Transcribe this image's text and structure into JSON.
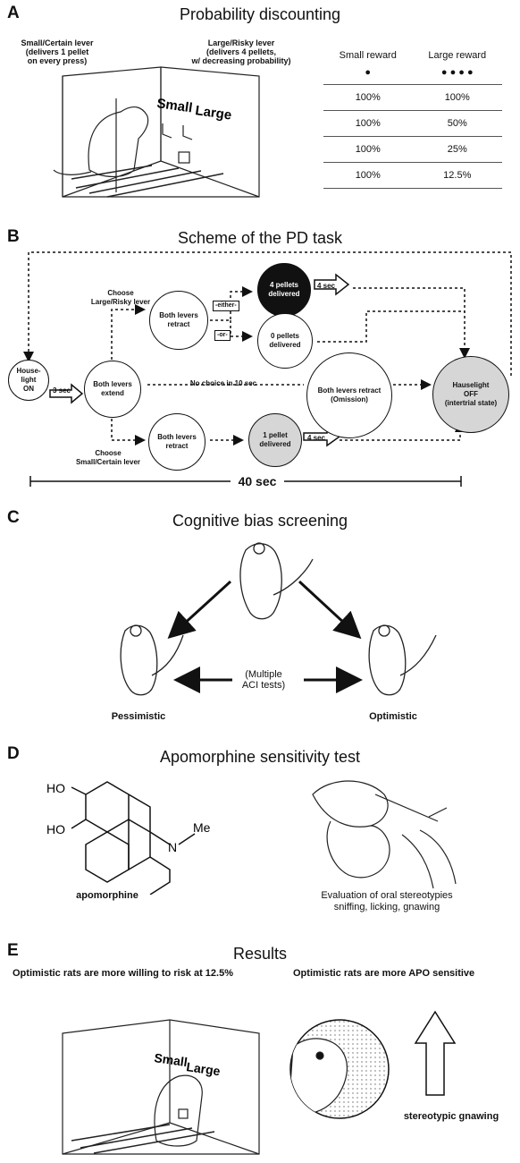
{
  "panelA": {
    "letter": "A",
    "title": "Probability discounting",
    "small_lever_desc": "Small/Certain lever\n(delivers 1 pellet\non every press)",
    "large_lever_desc": "Large/Risky lever\n(delivers 4 pellets,\nw/ decreasing probability)",
    "box_label_small": "Small",
    "box_label_large": "Large",
    "table_headers": [
      "Small reward",
      "Large reward"
    ],
    "table_icons": [
      "●",
      "● ● ● ●"
    ],
    "table_rows": [
      [
        "100%",
        "100%"
      ],
      [
        "100%",
        "50%"
      ],
      [
        "100%",
        "25%"
      ],
      [
        "100%",
        "12.5%"
      ]
    ]
  },
  "panelB": {
    "letter": "B",
    "title": "Scheme of the PD task",
    "nodes": {
      "houselight_on": "House-\nlight\nON",
      "both_extend": "Both levers\nextend",
      "retract_large": "Both levers\nretract",
      "four_pellets": "4 pellets\ndelivered",
      "zero_pellets": "0 pellets\ndelivered",
      "omission": "Both levers retract\n(Omission)",
      "houselight_off": "Hauselight\nOFF\n(intertrial state)",
      "retract_small": "Both levers\nretract",
      "one_pellet": "1 pellet\ndelivered"
    },
    "labels": {
      "choose_large": "Choose\nLarge/Risky lever",
      "choose_small": "Choose\nSmall/Certain lever",
      "no_choice": "No choice in 10 sec",
      "either": "-either-",
      "or": "-or-",
      "three_sec": "3 sec",
      "four_sec_top": "4 sec",
      "four_sec_bottom": "4 sec",
      "timeline": "40 sec"
    }
  },
  "panelC": {
    "letter": "C",
    "title": "Cognitive bias screening",
    "middle": "(Multiple\nACI tests)",
    "left": "Pessimistic",
    "right": "Optimistic"
  },
  "panelD": {
    "letter": "D",
    "title": "Apomorphine sensitivity test",
    "ho1": "HO",
    "ho2": "HO",
    "n": "N",
    "me": "Me",
    "compound": "apomorphine",
    "evaluation": "Evaluation of oral stereotypies\nsniffing, licking, gnawing"
  },
  "panelE": {
    "letter": "E",
    "title": "Results",
    "left_caption": "Optimistic rats are more willing to risk at 12.5%",
    "right_caption": "Optimistic rats are more APO sensitive",
    "box_label_small": "Small",
    "box_label_large": "Large",
    "arrow_label": "stereotypic gnawing"
  }
}
